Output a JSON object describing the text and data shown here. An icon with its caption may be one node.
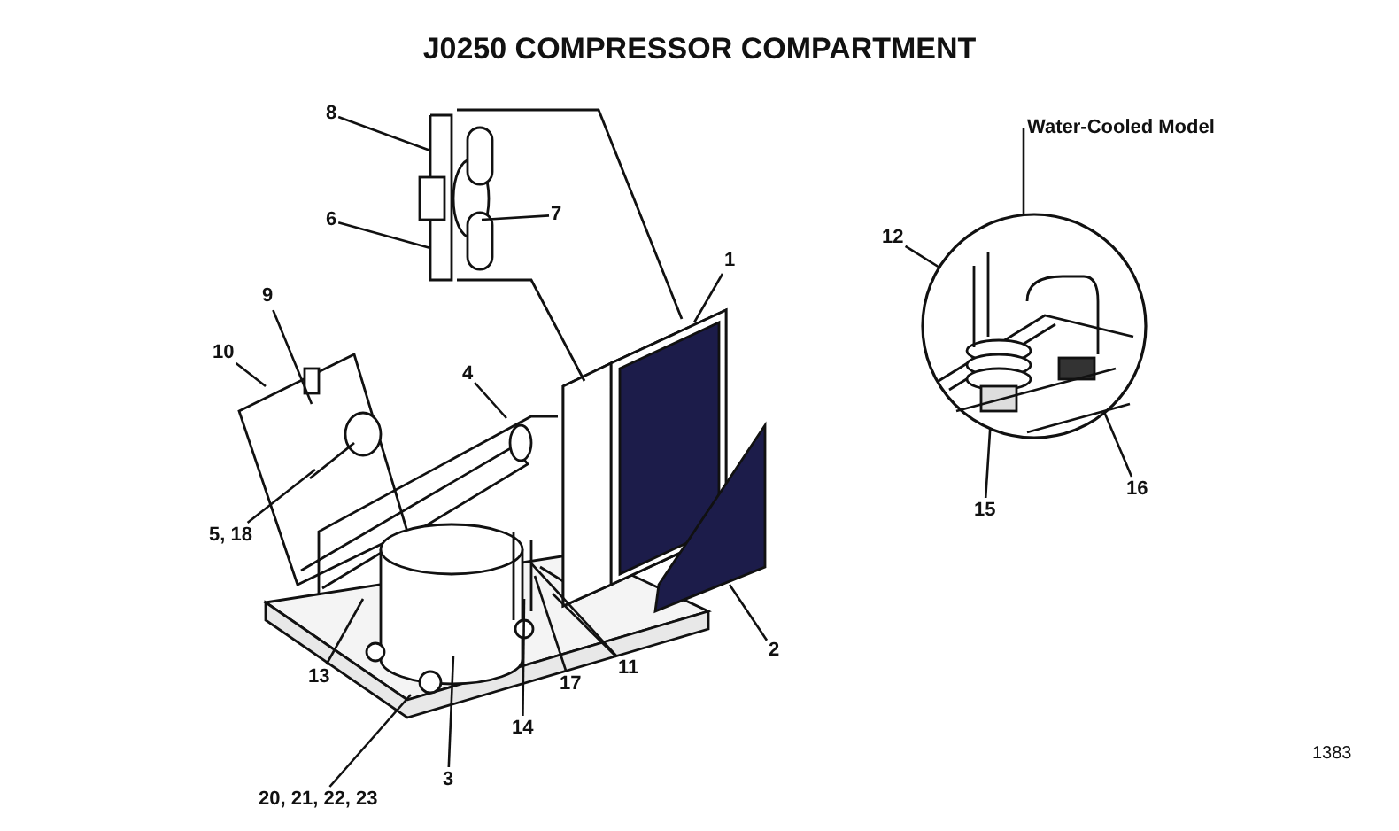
{
  "diagram": {
    "title": "J0250 COMPRESSOR COMPARTMENT",
    "nodes": [
      {
        "text": [
          "8"
        ]
      },
      {
        "text": [
          "6"
        ]
      },
      {
        "text": [
          "7"
        ]
      },
      {
        "text": [
          "1"
        ]
      },
      {
        "text": [
          "9"
        ]
      },
      {
        "text": [
          "10"
        ]
      },
      {
        "text": [
          "4"
        ]
      },
      {
        "text": [
          "5, 18"
        ]
      },
      {
        "text": [
          "2"
        ]
      },
      {
        "text": [
          "11"
        ]
      },
      {
        "text": [
          "17"
        ]
      },
      {
        "text": [
          "14"
        ]
      },
      {
        "text": [
          "13"
        ]
      },
      {
        "text": [
          "3"
        ]
      },
      {
        "text": [
          "20, 21, 22, 23"
        ]
      },
      {
        "text": [
          "Water-Cooled Model"
        ]
      },
      {
        "text": [],
        "shape": "circle"
      },
      {
        "text": [
          "12"
        ]
      },
      {
        "text": [
          "15"
        ]
      },
      {
        "text": [
          "16"
        ]
      }
    ],
    "edges": [
      {
        "from": 0,
        "to": null,
        "arrow": "none"
      },
      {
        "from": 1,
        "to": null,
        "arrow": "none"
      },
      {
        "from": 2,
        "to": null,
        "arrow": "none"
      },
      {
        "from": 3,
        "to": null,
        "arrow": "none"
      },
      {
        "from": 4,
        "to": null,
        "arrow": "none"
      },
      {
        "from": 5,
        "to": null,
        "arrow": "none"
      },
      {
        "from": 6,
        "to": null,
        "arrow": "none"
      },
      {
        "from": 7,
        "to": null,
        "arrow": "none"
      },
      {
        "from": 8,
        "to": null,
        "arrow": "none"
      },
      {
        "from": 9,
        "to": null,
        "arrow": "none"
      },
      {
        "from": 9,
        "to": null,
        "arrow": "none"
      },
      {
        "from": 10,
        "to": null,
        "arrow": "none"
      },
      {
        "from": 11,
        "to": null,
        "arrow": "none"
      },
      {
        "from": 12,
        "to": null,
        "arrow": "none"
      },
      {
        "from": 13,
        "to": null,
        "arrow": "none"
      },
      {
        "from": 14,
        "to": null,
        "arrow": "none"
      },
      {
        "from": 15,
        "to": 16,
        "arrow": "none"
      },
      {
        "from": 17,
        "to": 16,
        "arrow": "none"
      },
      {
        "from": 18,
        "to": 16,
        "arrow": "none"
      },
      {
        "from": 19,
        "to": 16,
        "arrow": "none"
      }
    ],
    "labels": [
      "1383"
    ]
  }
}
